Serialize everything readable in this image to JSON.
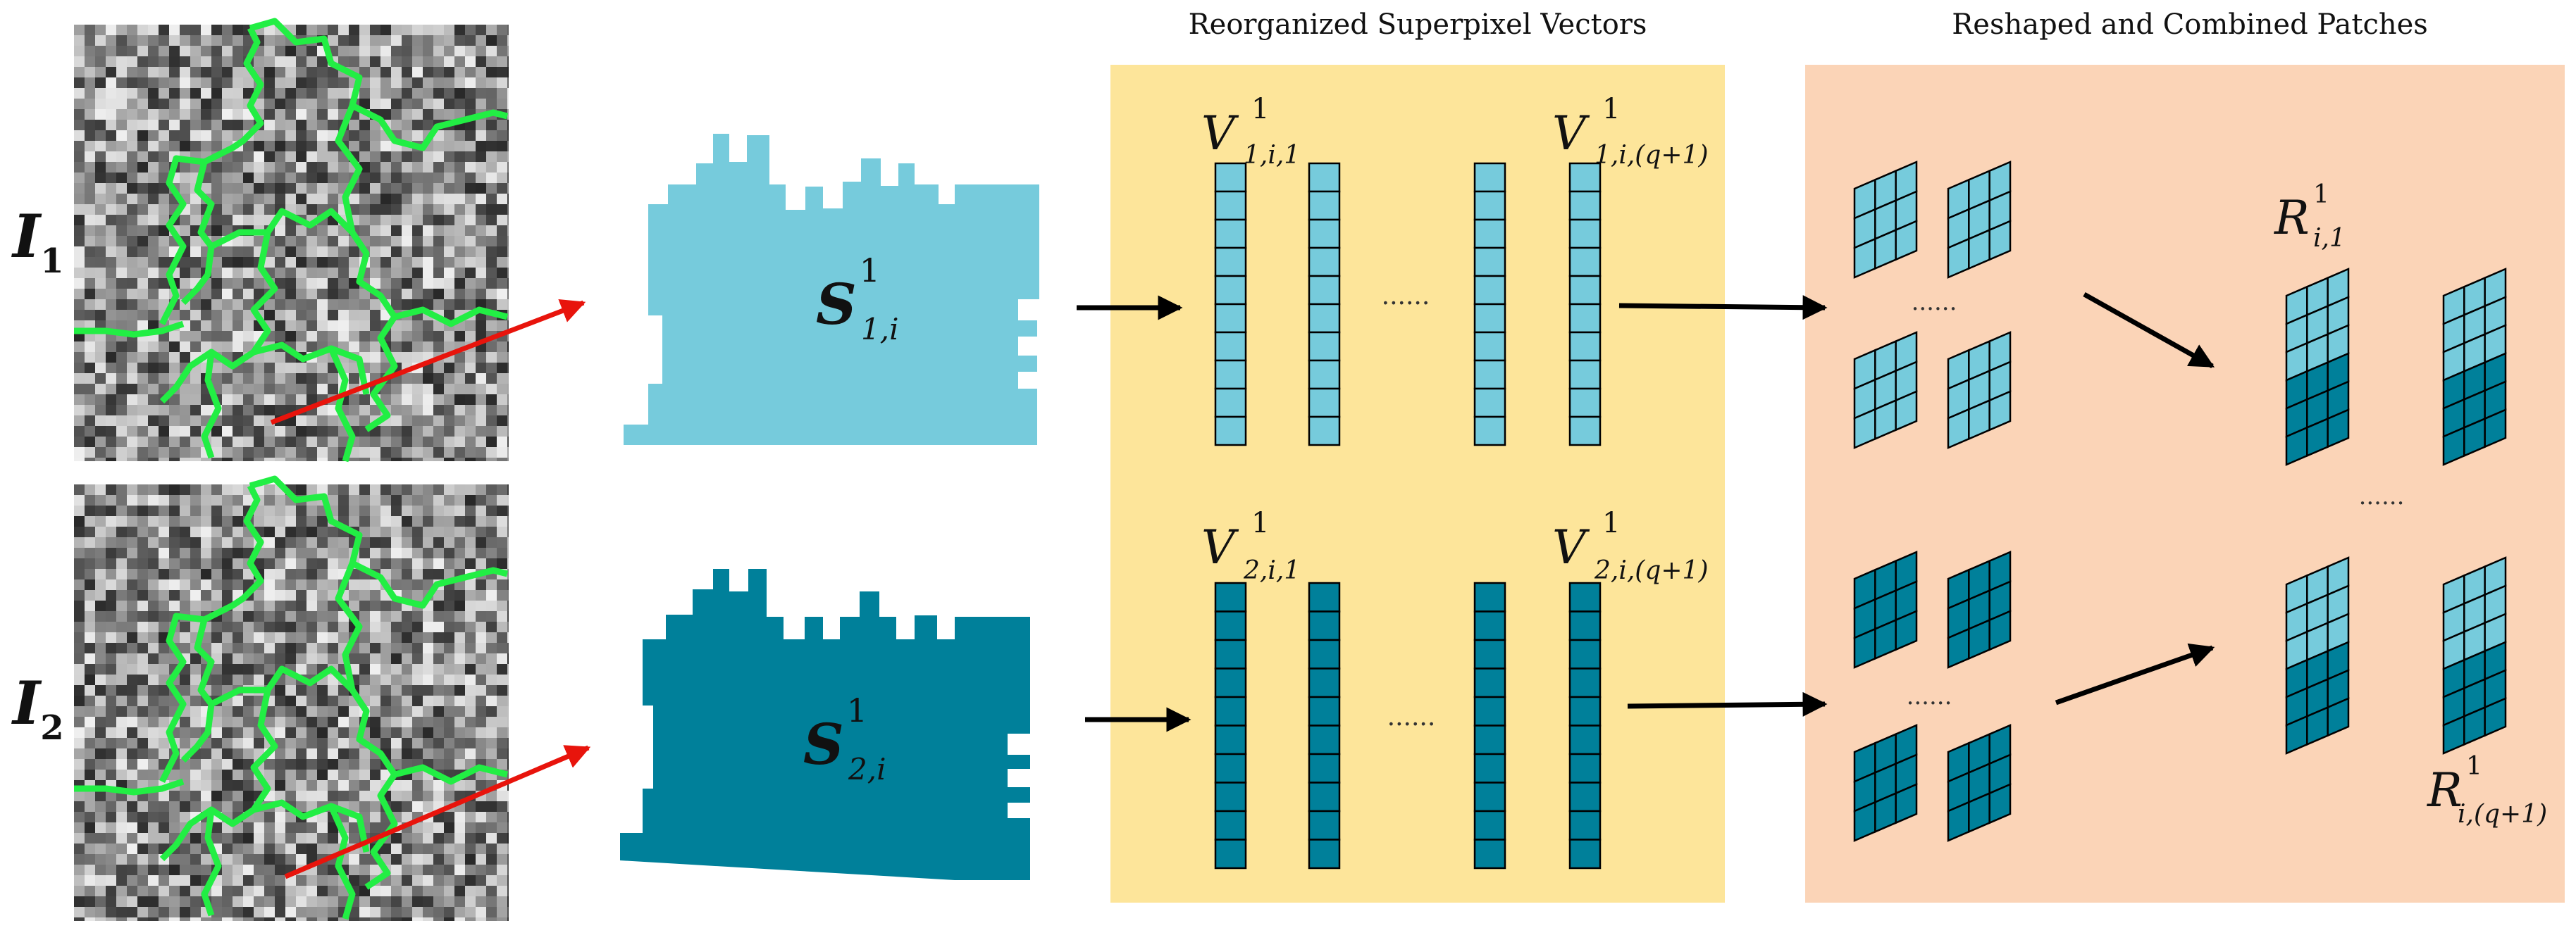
{
  "colors": {
    "panel_yellow": "#fde59a",
    "panel_peach": "#fbd4b7",
    "light_cyan": "#76cbdc",
    "dark_teal": "#00809a",
    "green_boundary": "#22ee44",
    "arrow_red": "#e8140c",
    "arrow_black": "#000000"
  },
  "images": {
    "top_label": {
      "base": "I",
      "sub": "1"
    },
    "bottom_label": {
      "base": "I",
      "sub": "2"
    }
  },
  "superpixels": {
    "top": {
      "base": "S",
      "sup": "1",
      "sub": "1,i"
    },
    "bottom": {
      "base": "S",
      "sup": "1",
      "sub": "2,i"
    }
  },
  "vectors_panel": {
    "title": "Reorganized Superpixel Vectors",
    "top_first": {
      "base": "V",
      "sup": "1",
      "sub": "1,i,1"
    },
    "top_last": {
      "base": "V",
      "sup": "1",
      "sub": "1,i,(q+1)"
    },
    "bottom_first": {
      "base": "V",
      "sup": "1",
      "sub": "2,i,1"
    },
    "bottom_last": {
      "base": "V",
      "sup": "1",
      "sub": "2,i,(q+1)"
    },
    "ellipsis": "......"
  },
  "patches_panel": {
    "title": "Reshaped and Combined Patches",
    "combined_first": {
      "base": "R",
      "sup": "1",
      "sub": "i,1"
    },
    "combined_last": {
      "base": "R",
      "sup": "1",
      "sub": "i,(q+1)"
    },
    "ellipsis": "......"
  }
}
